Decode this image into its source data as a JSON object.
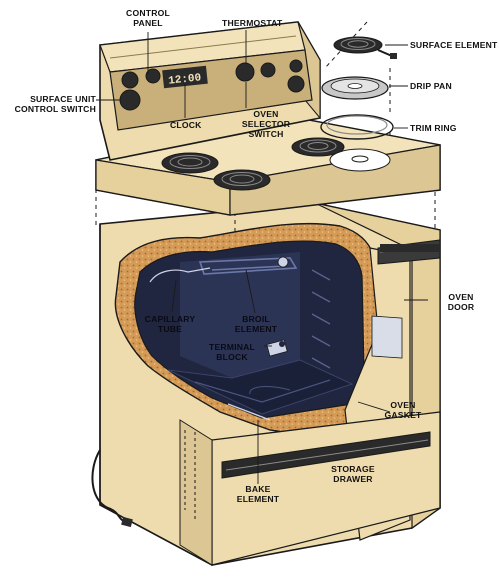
{
  "labels": {
    "control_panel": [
      "CONTROL",
      "PANEL"
    ],
    "thermostat": "THERMOSTAT",
    "surface_element": "SURFACE ELEMENT",
    "drip_pan": "DRIP PAN",
    "trim_ring": "TRIM RING",
    "surface_unit_control_switch": [
      "SURFACE UNIT",
      "CONTROL SWITCH"
    ],
    "clock": "CLOCK",
    "oven_selector_switch": [
      "OVEN",
      "SELECTOR",
      "SWITCH"
    ],
    "capillary_tube": [
      "CAPILLARY",
      "TUBE"
    ],
    "broil_element": [
      "BROIL",
      "ELEMENT"
    ],
    "terminal_block": [
      "TERMINAL",
      "BLOCK"
    ],
    "oven_door": [
      "OVEN",
      "DOOR"
    ],
    "oven_gasket": [
      "OVEN",
      "GASKET"
    ],
    "bake_element": [
      "BAKE",
      "ELEMENT"
    ],
    "storage_drawer": [
      "STORAGE",
      "DRAWER"
    ]
  },
  "clock_display": "12:00",
  "colors": {
    "body": "#eedcae",
    "body_shade": "#dcc794",
    "body_dark": "#c9b07a",
    "cavity": "#20263f",
    "cavity_light": "#3a4368",
    "insulation": "#d49a56",
    "outline": "#1a1a1a"
  }
}
